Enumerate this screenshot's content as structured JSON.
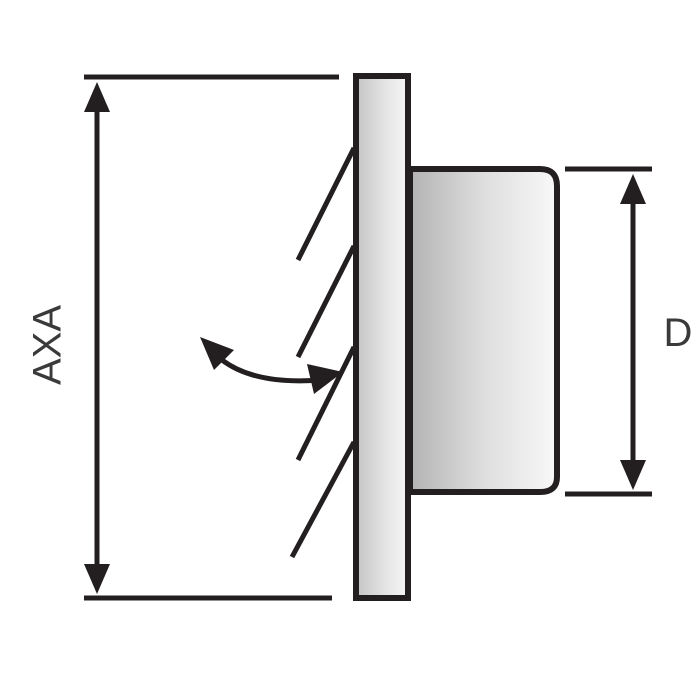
{
  "diagram": {
    "title": "Louvred vent grille dimension drawing",
    "labels": {
      "face_size": "AXA",
      "duct_diameter": "D"
    },
    "colors": {
      "stroke": "#231f20",
      "plate_dark": "#c8c8c8",
      "plate_light": "#f4f4f4",
      "duct_dark": "#b9b9b9",
      "duct_light": "#f7f7f7",
      "label": "#3a3a3a"
    },
    "parts": [
      "front-plate",
      "duct-spigot",
      "louvre-blades",
      "flap-rotation-arrow",
      "dimension-axa",
      "dimension-d"
    ]
  }
}
